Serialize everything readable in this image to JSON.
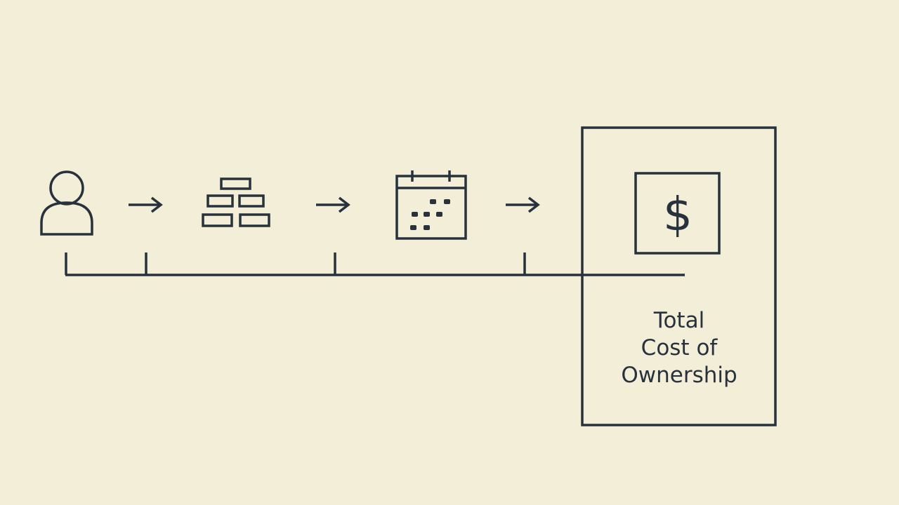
{
  "diagram": {
    "colors": {
      "background": "#f3eed7",
      "stroke": "#27323d"
    },
    "steps": [
      {
        "icon": "person-icon"
      },
      {
        "icon": "bricks-icon"
      },
      {
        "icon": "calendar-icon"
      }
    ],
    "connectors": [
      "arrow-icon",
      "arrow-icon",
      "arrow-icon"
    ],
    "total_box": {
      "icon": "dollar-icon",
      "symbol": "$",
      "label_lines": [
        "Total",
        "Cost of",
        "Ownership"
      ]
    }
  }
}
